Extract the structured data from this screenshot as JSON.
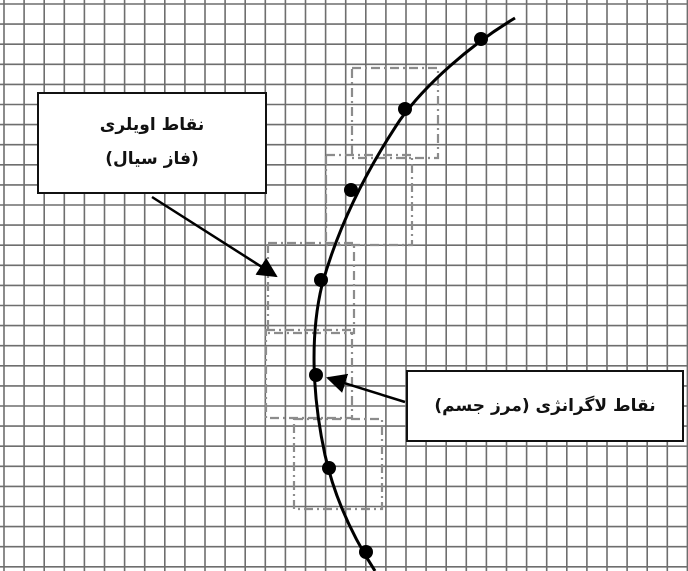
{
  "diagram": {
    "euler_label": {
      "line1": "نقاط اویلری",
      "line2": "(فاز سیال)"
    },
    "lagrange_label": "نقاط لاگرانژی (مرز جسم)",
    "colors": {
      "grid": "#6e6e6e",
      "curve": "#000000",
      "points": "#000000",
      "dashed_boxes": "#8c8c8c",
      "arrows": "#000000",
      "label_border": "#111111"
    }
  }
}
